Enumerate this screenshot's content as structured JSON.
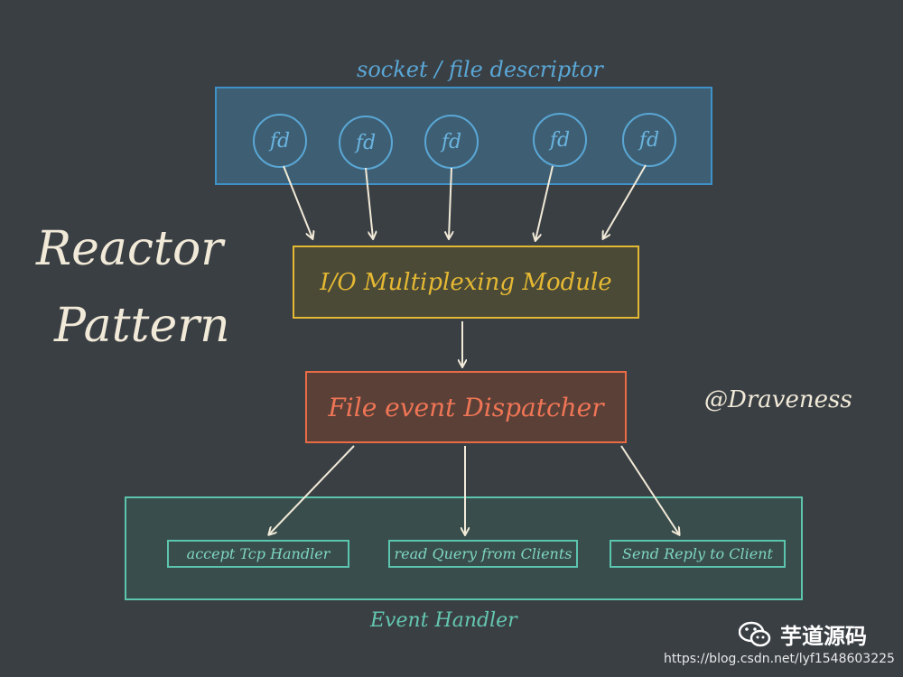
{
  "title": {
    "line1": "Reactor",
    "line2": "Pattern"
  },
  "socket_label": "socket / file descriptor",
  "fd_nodes": [
    "fd",
    "fd",
    "fd",
    "fd",
    "fd"
  ],
  "io_module": "I/O Multiplexing Module",
  "dispatcher": "File event Dispatcher",
  "author": "@Draveness",
  "event_handler_label": "Event Handler",
  "handlers": [
    "accept Tcp Handler",
    "read Query from Clients",
    "Send Reply to Client"
  ],
  "watermark": {
    "brand": "芋道源码",
    "url": "https://blog.csdn.net/lyf1548603225"
  },
  "colors": {
    "background": "#3a3f44",
    "fd_blue": "#3f92c8",
    "io_yellow": "#e5b833",
    "dispatcher_orange": "#e86b45",
    "handler_teal": "#5cc5ae",
    "arrow": "#f2ead8"
  }
}
